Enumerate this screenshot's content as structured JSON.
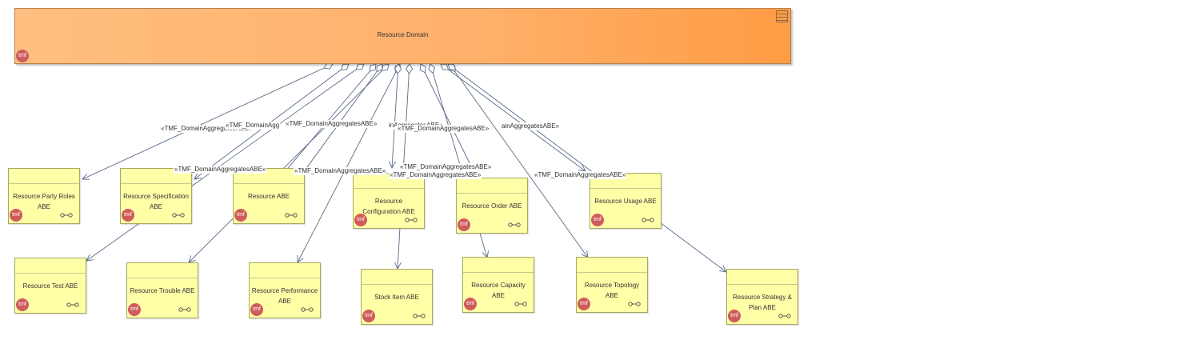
{
  "diagram": {
    "domain": {
      "name": "Resource Domain",
      "badge": "tmf"
    },
    "abes": [
      {
        "id": "party-roles",
        "name": "Resource Party Roles ABE",
        "badge": "tmf"
      },
      {
        "id": "specification",
        "name": "Resource Specification ABE",
        "badge": "tmf"
      },
      {
        "id": "resource",
        "name": "Resource ABE",
        "badge": "tmf"
      },
      {
        "id": "configuration",
        "name": "Resource Configuration ABE",
        "badge": "tmf"
      },
      {
        "id": "order",
        "name": "Resource Order ABE",
        "badge": "tmf"
      },
      {
        "id": "usage",
        "name": "Resource Usage ABE",
        "badge": "tmf"
      },
      {
        "id": "test",
        "name": "Resource Test ABE",
        "badge": "tmf"
      },
      {
        "id": "trouble",
        "name": "Resource Trouble ABE",
        "badge": "tmf"
      },
      {
        "id": "performance",
        "name": "Resource Performance ABE",
        "badge": "tmf"
      },
      {
        "id": "stock-item",
        "name": "Stock Item ABE",
        "badge": "tmf"
      },
      {
        "id": "capacity",
        "name": "Resource Capacity ABE",
        "badge": "tmf"
      },
      {
        "id": "topology",
        "name": "Resource Topology ABE",
        "badge": "tmf"
      },
      {
        "id": "strategy",
        "name": "Resource Strategy & Plan ABE",
        "badge": "tmf"
      }
    ],
    "stereotype_labels": [
      "«TMF_DomainAggregatesABE»",
      "«TMF_DomainAgg",
      "«TMF_DomainAggregatesABE»",
      "inAggregatesABE»",
      "«TMF_DomainAggregatesABE»",
      "«TMF_DomainAggregatesABE»",
      "«TMF_DomainAggregatesABE»",
      "«TMF_DomainAggregatesABE»",
      "ainAggregatesABE»",
      "«TMF_DomainAggregatesABE»",
      "«TMF_DomainAggregatesABE»"
    ]
  }
}
